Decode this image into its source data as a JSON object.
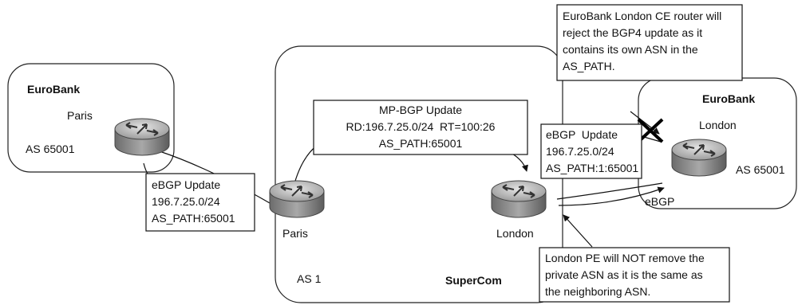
{
  "regions": {
    "eurobank_paris": {
      "title": "EuroBank",
      "site": "Paris",
      "asn": "AS 65001"
    },
    "supercom": {
      "title": "SuperCom",
      "asn": "AS 1",
      "pe_paris": "Paris",
      "pe_london": "London"
    },
    "eurobank_london": {
      "title": "EuroBank",
      "site": "London",
      "asn": "AS 65001"
    }
  },
  "callouts": {
    "ebgp_left": [
      "eBGP Update",
      "196.7.25.0/24",
      "AS_PATH:65001"
    ],
    "mpbgp": [
      "MP-BGP Update",
      "RD:196.7.25.0/24  RT=100:26",
      "AS_PATH:65001"
    ],
    "ebgp_right": [
      "eBGP  Update",
      "196.7.25.0/24",
      "AS_PATH:1:65001"
    ],
    "reject_note": [
      "EuroBank London CE router will",
      "reject the BGP4 update as it",
      "contains its own ASN in the",
      "AS_PATH."
    ],
    "pe_note": [
      "London PE will NOT remove the",
      "private ASN as it is the same as",
      "the neighboring ASN."
    ]
  },
  "link_labels": {
    "ebgp": "eBGP"
  },
  "colors": {
    "router_body": "#8a8a8a",
    "router_top": "#c8c8c8",
    "line": "#111111"
  }
}
